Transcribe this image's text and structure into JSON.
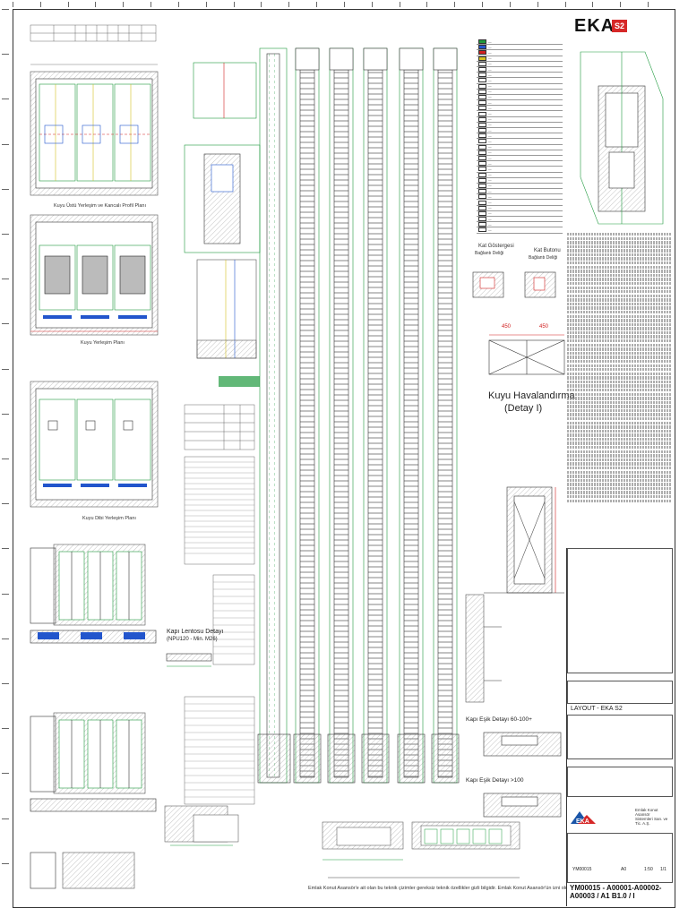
{
  "plans": {
    "top": "Kuyu Üstü Yerleşim ve Kancalı Profil Planı",
    "shaft": "Kuyu Yerleşim Planı",
    "pit": "Kuyu Dibi Yerleşim Planı"
  },
  "details": {
    "floor_indicator": "Kat Göstergesi",
    "floor_indicator_sub": "Bağlantı Deliği",
    "floor_button": "Kat Butonu",
    "floor_button_sub": "Bağlantı Deliği",
    "ventilation_title": "Kuyu Havalandırma",
    "ventilation_sub": "(Detay I)",
    "door_lintel": "Kapı Lentosu Detayı",
    "door_lintel_sub": "(NPU120 - Min. M26)",
    "door_sill_1": "Kapı Eşik Detayı 60-100+",
    "door_sill_2": "Kapı Eşik Detayı >100"
  },
  "dimensions": {
    "vent_w1": "450",
    "vent_w2": "450"
  },
  "title_block": {
    "drawing_title": "LAYOUT - EKA S2",
    "company": "Emlak Konut Asansör\nSistemleri San. ve Tic. A.Ş.",
    "scale": "1:50",
    "sheet": "1/1",
    "paper": "A0",
    "project_no": "YM00015",
    "drawing_code": "YM00015 - A00001-A00002-A00003 / A1 B1.0 / I",
    "logo": "EKA",
    "logo_badge": "S2"
  },
  "footer": {
    "note": "Emlak Konut Asansör'e ait olan bu teknik çizimler gereksiz teknik özellikler gizli bilgidir. Emlak Konut Asansör'ün izni olmadan başkaları ile paylaşılmamalı ve üzerinde oynama yapılmamalıdır."
  },
  "colors": {
    "green": "#1f9a3e",
    "blue": "#2255cc",
    "red": "#d12020",
    "brand_blue": "#1a55a8",
    "brand_red": "#d62828",
    "yellow": "#d4c020"
  }
}
